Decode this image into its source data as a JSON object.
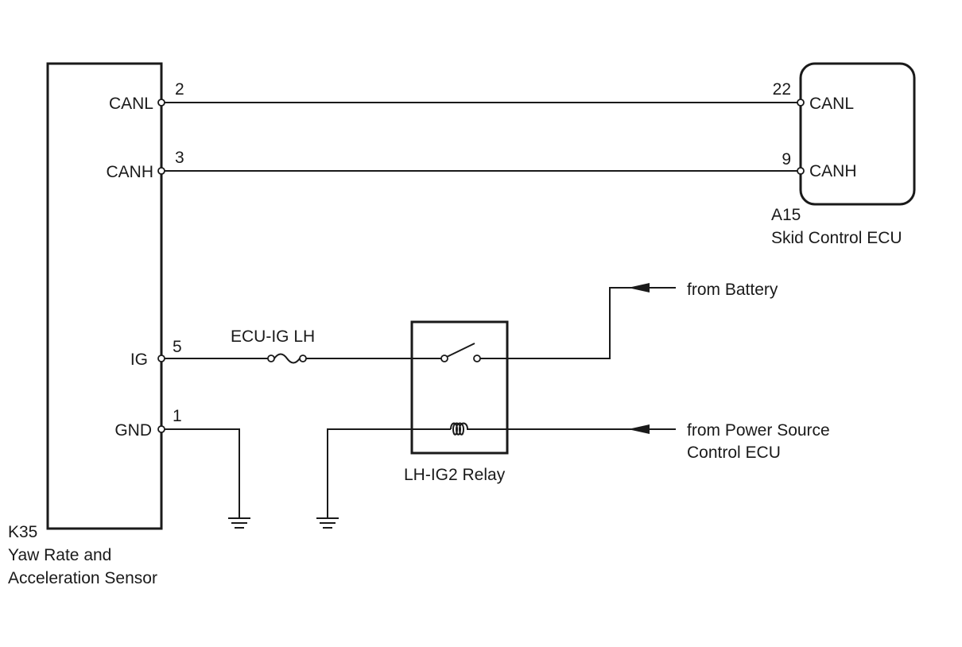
{
  "components": {
    "k35": {
      "code": "K35",
      "name_line1": "Yaw Rate and",
      "name_line2": "Acceleration Sensor",
      "pins": [
        {
          "label": "CANL",
          "number": "2"
        },
        {
          "label": "CANH",
          "number": "3"
        },
        {
          "label": "IG",
          "number": "5"
        },
        {
          "label": "GND",
          "number": "1"
        }
      ]
    },
    "a15": {
      "code": "A15",
      "name": "Skid Control ECU",
      "pins": [
        {
          "label": "CANL",
          "number": "22"
        },
        {
          "label": "CANH",
          "number": "9"
        }
      ]
    },
    "fuse": {
      "label": "ECU-IG LH"
    },
    "relay": {
      "label": "LH-IG2 Relay"
    }
  },
  "sources": {
    "battery": "from Battery",
    "power_source_line1": "from Power Source",
    "power_source_line2": "Control ECU"
  }
}
